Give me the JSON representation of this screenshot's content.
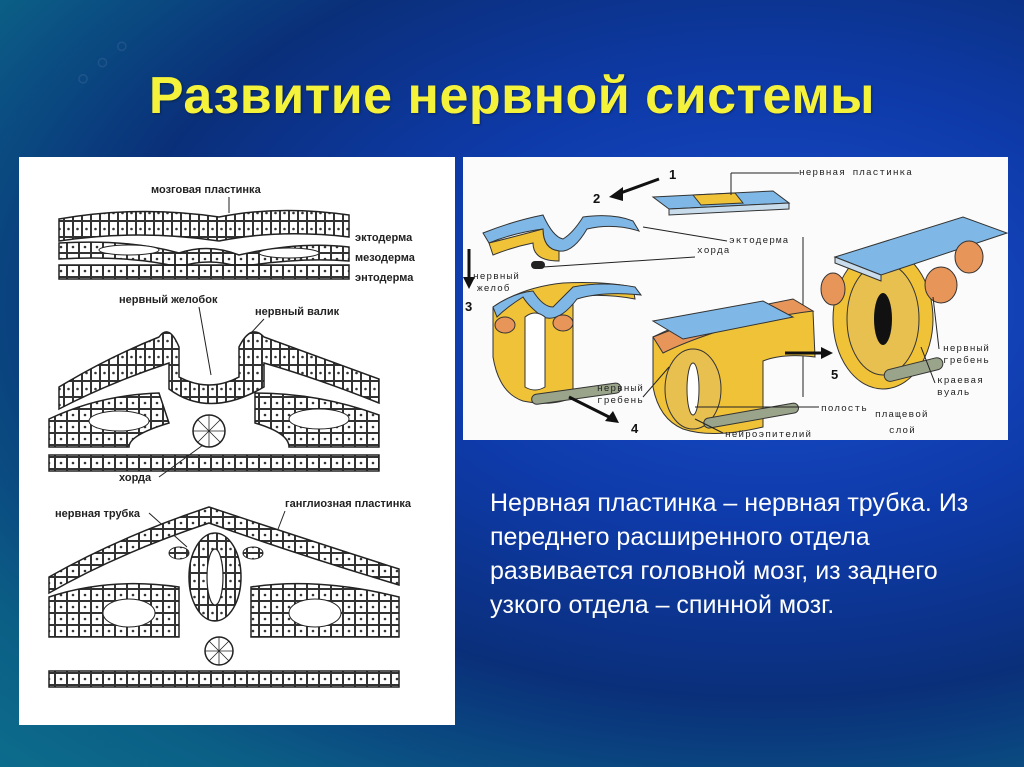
{
  "slide": {
    "title": "Развитие нервной системы",
    "body": "Нервная пластинка – нервная трубка. Из переднего расширенного отдела развивается головной мозг, из заднего узкого отдела – спинной мозг."
  },
  "left_figure": {
    "labels": {
      "brain_plate": "мозговая пластинка",
      "ectoderm": "эктодерма",
      "mesoderm": "мезодерма",
      "entoderm": "энтодерма",
      "neural_groove": "нервный желобок",
      "neural_fold": "нервный валик",
      "chord": "хорда",
      "neural_tube": "нервная трубка",
      "ganglion_plate": "ганглиозная пластинка"
    }
  },
  "right_figure": {
    "labels": {
      "neural_plate": "нервная пластинка",
      "ectoderm": "эктодерма",
      "chord": "хорда",
      "neural_groove_1": "нервный",
      "neural_groove_2": "желоб",
      "neural_crest_1": "нервный",
      "neural_crest_2": "гребень",
      "neural_crest_b1": "нервный",
      "neural_crest_b2": "гребень",
      "marginal_veil_1": "краевая",
      "marginal_veil_2": "вуаль",
      "cavity": "полость",
      "mantle_1": "плащевой",
      "mantle_2": "слой",
      "neuroepithelium": "нейроэпителий"
    },
    "stage_numbers": [
      "1",
      "2",
      "3",
      "4",
      "5"
    ]
  },
  "colors": {
    "title": "#f4f23a",
    "body_text": "#ffffff",
    "plate_blue": "#7fb8e6",
    "tissue_yellow": "#f0c238",
    "tissue_orange": "#e8955a"
  }
}
